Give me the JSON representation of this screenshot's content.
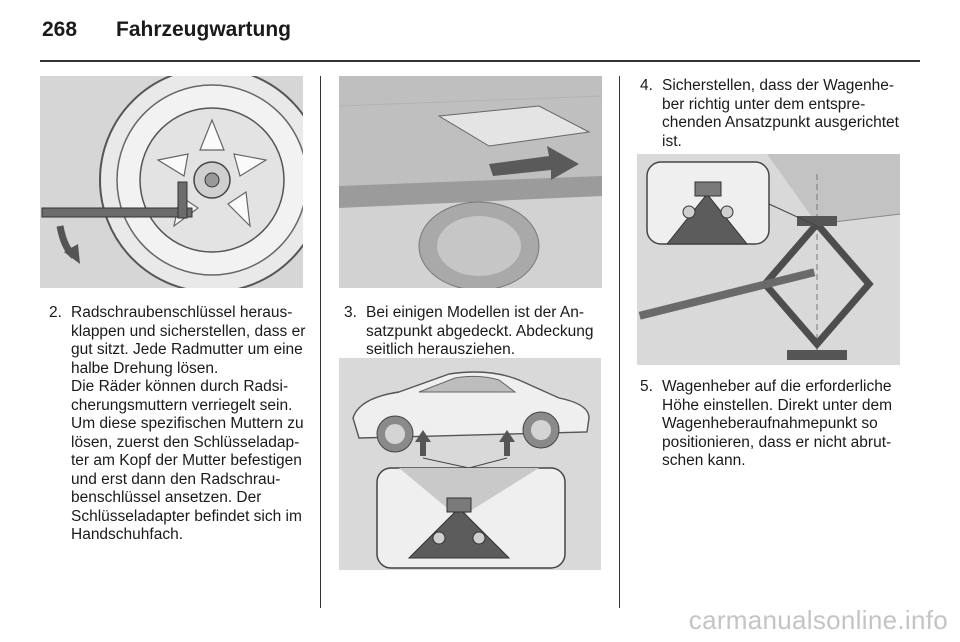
{
  "header": {
    "page_number": "268",
    "chapter_title": "Fahrzeugwartung"
  },
  "col1": {
    "step2": {
      "number": "2.",
      "text": "Radschraubenschlüssel heraus­klappen und sicherstellen, dass er gut sitzt. Jede Radmutter um eine halbe Drehung lösen."
    },
    "note": "Die Räder können durch Radsi­cherungsmuttern verriegelt sein. Um diese spezifischen Muttern zu lösen, zuerst den Schlüsseladap­ter am Kopf der Mutter befestigen und erst dann den Radschrau­benschlüssel ansetzen. Der Schlüsseladapter befindet sich im Handschuhfach."
  },
  "col2": {
    "step3": {
      "number": "3.",
      "text": "Bei einigen Modellen ist der An­satzpunkt abgedeckt. Abdeckung seitlich herausziehen."
    }
  },
  "col3": {
    "step4": {
      "number": "4.",
      "text": "Sicherstellen, dass der Wagenhe­ber richtig unter dem entspre­chenden Ansatzpunkt ausgerich­tet ist."
    },
    "step5": {
      "number": "5.",
      "text": "Wagenheber auf die erforderliche Höhe einstellen. Direkt unter dem Wagenheberaufnahmepunkt so positionieren, dass er nicht abrut­schen kann."
    }
  },
  "watermark": "carmanualsonline.info"
}
